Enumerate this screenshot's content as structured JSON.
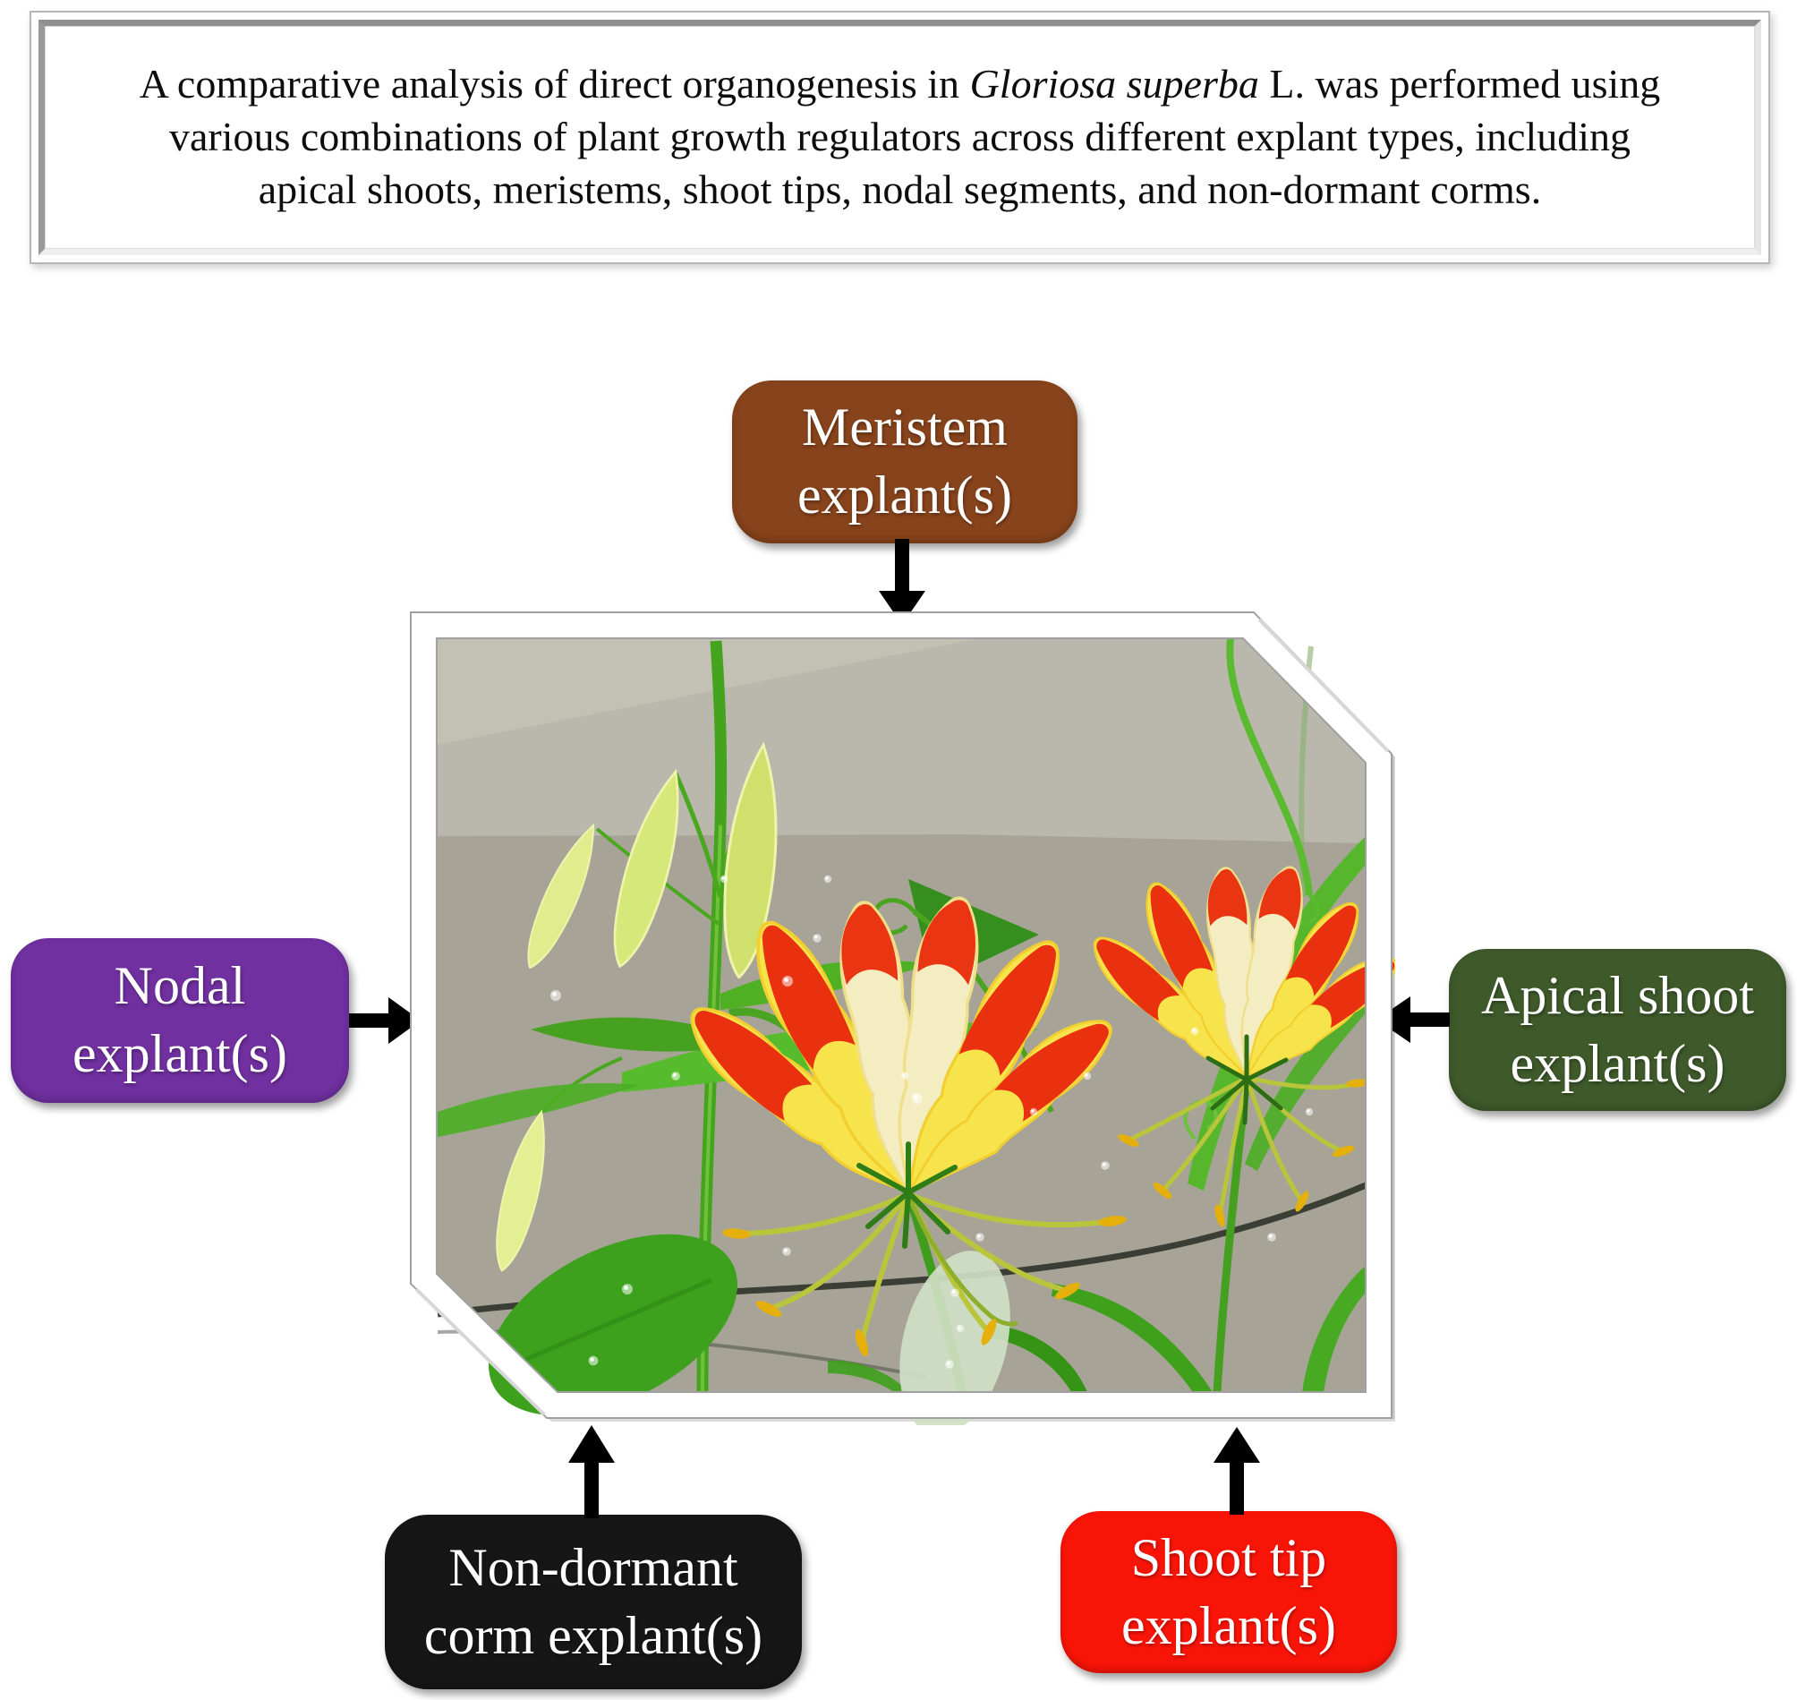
{
  "figure": {
    "summary_box": {
      "line1_pre": "A comparative analysis of direct organogenesis in ",
      "line1_italic": "Gloriosa superba",
      "line1_post": " L. was performed using",
      "line2": "various combinations of plant growth regulators across different explant types, including",
      "line3": "apical shoots, meristems, shoot tips, nodal segments, and non-dormant corms.",
      "text_color": "#0d0d0d"
    },
    "photo": {
      "alt": "Gloriosa superba (flame lily) plant with two red-and-yellow ruffled flowers, pale green hanging buds, leaves and water droplets against a grey wall",
      "frame_color": "#ffffff"
    },
    "arrow_color": "#000000",
    "explant_boxes": {
      "meristem": {
        "line1": "Meristem",
        "line2": "explant(s)",
        "fill": "#87431b",
        "text_color": "#ffffff"
      },
      "nodal": {
        "line1": "Nodal",
        "line2": "explant(s)",
        "fill": "#7030a0",
        "text_color": "#ffffff"
      },
      "apical_shoot": {
        "line1": "Apical shoot",
        "line2": "explant(s)",
        "fill": "#3e592a",
        "text_color": "#ffffff"
      },
      "non_dormant_corm": {
        "line1": "Non-dormant",
        "line2": "corm explant(s)",
        "fill": "#161616",
        "text_color": "#ffffff"
      },
      "shoot_tip": {
        "line1": "Shoot tip",
        "line2": "explant(s)",
        "fill": "#f91408",
        "text_color": "#ffffff"
      }
    }
  }
}
